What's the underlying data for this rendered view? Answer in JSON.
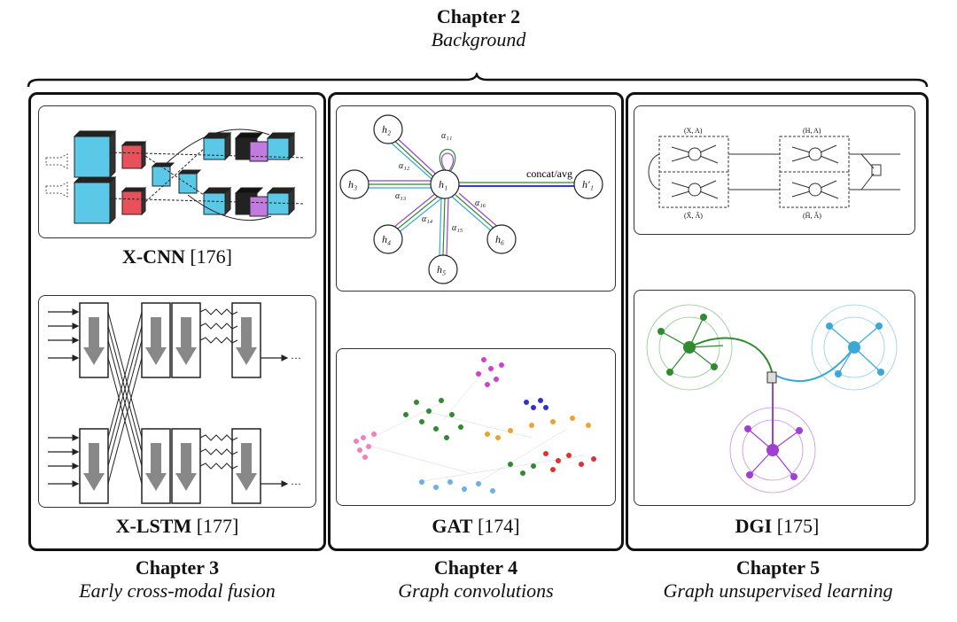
{
  "header": {
    "title": "Chapter 2",
    "subtitle": "Background"
  },
  "columns": [
    {
      "captions": [
        {
          "name": "X-CNN",
          "ref": "[176]"
        },
        {
          "name": "X-LSTM",
          "ref": "[177]"
        }
      ],
      "footer": {
        "title": "Chapter 3",
        "subtitle": "Early cross-modal fusion"
      }
    },
    {
      "captions": [
        {
          "name": "GAT",
          "ref": "[174]"
        }
      ],
      "footer": {
        "title": "Chapter 4",
        "subtitle": "Graph convolutions"
      }
    },
    {
      "captions": [
        {
          "name": "DGI",
          "ref": "[175]"
        }
      ],
      "footer": {
        "title": "Chapter 5",
        "subtitle": "Graph unsupervised learning"
      }
    }
  ],
  "gat_diagram": {
    "output_label": "concat/avg"
  },
  "lstm_diagram": {
    "ellipsis": "···"
  },
  "colors": {
    "cnn_blue": "#5bc8e8",
    "cnn_red": "#e8505a",
    "cnn_purple": "#c07ae0",
    "cluster_green": "#2e8b2e",
    "cluster_blue": "#3aa8d8",
    "cluster_purple": "#a040d0",
    "cluster_pink": "#f080c0",
    "cluster_orange": "#f0a030",
    "cluster_red": "#e03030"
  }
}
